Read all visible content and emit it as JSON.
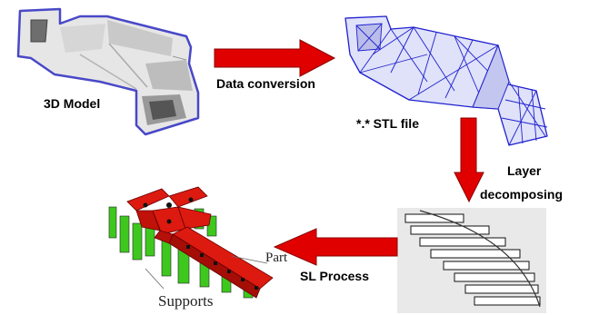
{
  "diagram": {
    "steps": {
      "model": "3D Model",
      "conversion": "Data conversion",
      "stl": "*.* STL file",
      "layer_line1": "Layer",
      "layer_line2": "decomposing",
      "process": "SL Process"
    },
    "part_labels": {
      "part": "Part",
      "supports": "Supports"
    },
    "colors": {
      "arrow_fill": "#e00000",
      "arrow_stroke": "#8a0000",
      "model_fill": "#e6e6e6",
      "model_outline": "#4848c8",
      "mesh": "#2020d0",
      "part_red": "#dd1a10",
      "support_green": "#3ec81e",
      "layer_panel": "#e9e9e9"
    }
  }
}
